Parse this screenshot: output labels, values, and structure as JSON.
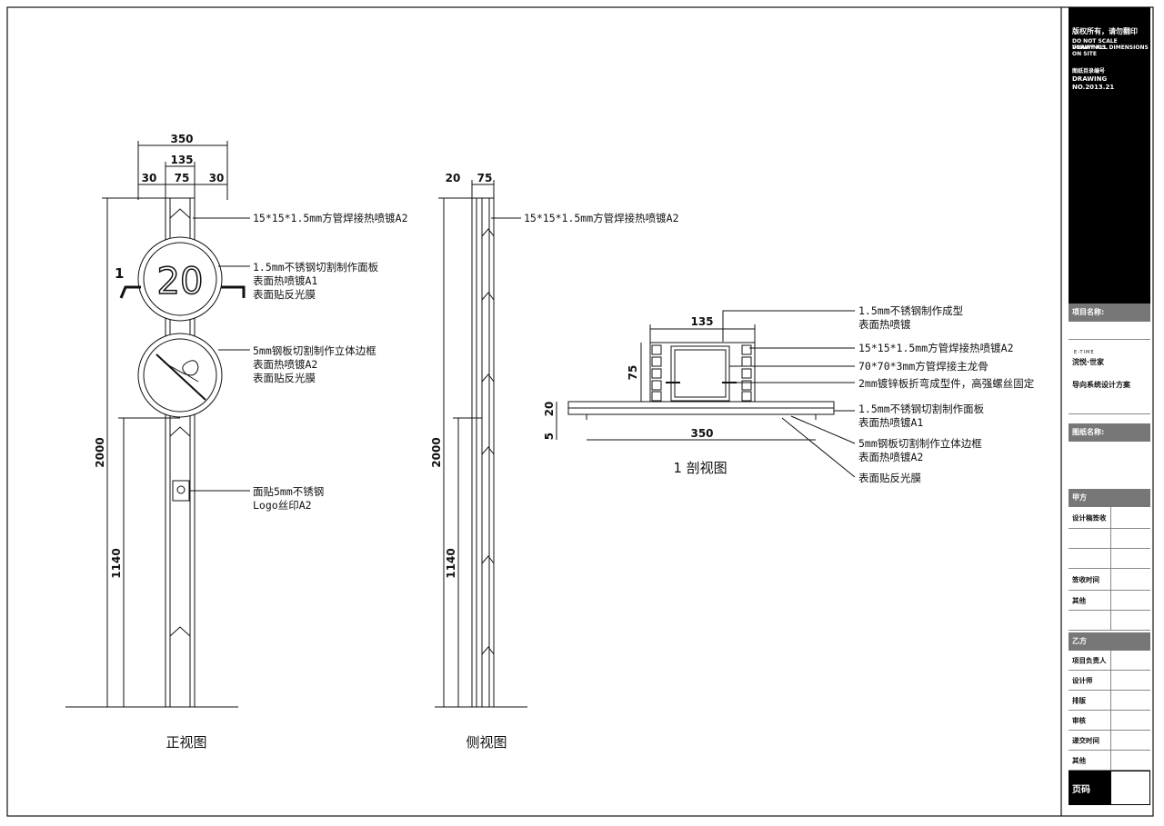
{
  "views": {
    "front_title": "正视图",
    "side_title": "侧视图",
    "section_title": "1 剖视图",
    "section_marker": "1"
  },
  "front": {
    "dim_top_total": "350",
    "dim_inner": "135",
    "dim_left": "30",
    "dim_center": "75",
    "dim_right": "30",
    "dim_height": "2000",
    "dim_lower": "1140",
    "speed_limit": "20",
    "note1": "15*15*1.5mm方管焊接热喷镀A2",
    "note2_l1": "1.5mm不锈钢切割制作面板",
    "note2_l2": "表面热喷镀A1",
    "note2_l3": "表面贴反光膜",
    "note3_l1": "5mm钢板切割制作立体边框",
    "note3_l2": "表面热喷镀A2",
    "note3_l3": "表面贴反光膜",
    "note4_l1": "面贴5mm不锈钢",
    "note4_l2": "Logo丝印A2"
  },
  "side": {
    "dim_left": "20",
    "dim_right": "75",
    "dim_height": "2000",
    "dim_lower": "1140",
    "note1": "15*15*1.5mm方管焊接热喷镀A2"
  },
  "section": {
    "dim_top": "135",
    "dim_height": "75",
    "dim_width": "350",
    "dim_panel": "20",
    "dim_thin": "5",
    "note1_l1": "1.5mm不锈钢制作成型",
    "note1_l2": "表面热喷镀",
    "note2": "15*15*1.5mm方管焊接热喷镀A2",
    "note3": "70*70*3mm方管焊接主龙骨",
    "note4": "2mm镀锌板折弯成型件，高强螺丝固定",
    "note5_l1": "1.5mm不锈钢切割制作面板",
    "note5_l2": "表面热喷镀A1",
    "note6_l1": "5mm钢板切割制作立体边框",
    "note6_l2": "表面热喷镀A2",
    "note7": "表面贴反光膜"
  },
  "title_block": {
    "copyright": "版权所有，请勿翻印",
    "warn1": "DO NOT SCALE DRAWINGS.",
    "warn2": "VERIFY ALL DIMENSIONS",
    "warn3": "ON SITE",
    "dwg_label": "图纸目录编号",
    "dwg_no": "DRAWING NO.2013.21",
    "project_label": "项目名称:",
    "brand_en": "E-TIME",
    "brand": "浣悦·世家",
    "project_name": "导向系统设计方案",
    "drawing_name_label": "图纸名称:",
    "party_a": "甲方",
    "design_confirm": "设计稿签收",
    "sign_time": "签收时间",
    "other1": "其他",
    "party_b": "乙方",
    "project_lead": "项目负责人",
    "designer": "设计师",
    "layout": "排版",
    "review": "审核",
    "submit_time": "递交时间",
    "other2": "其他",
    "page": "页码"
  },
  "colors": {
    "line": "#111111",
    "title_black": "#000000",
    "title_grey": "#777777"
  }
}
